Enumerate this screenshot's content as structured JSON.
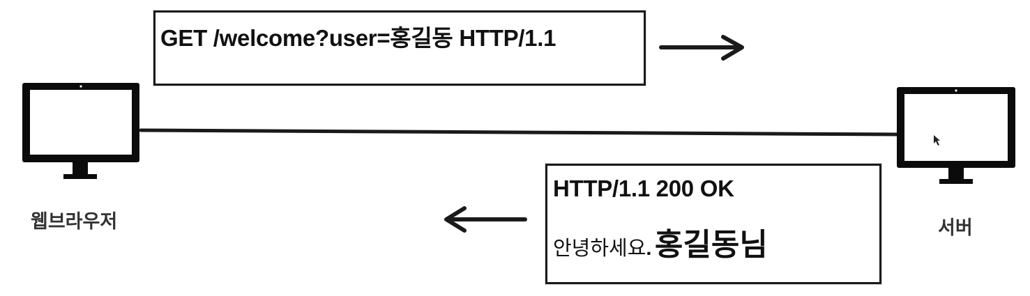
{
  "request": {
    "line": "GET /welcome?user=홍길동 HTTP/1.1"
  },
  "response": {
    "status_line": "HTTP/1.1 200 OK",
    "greeting": "안녕하세요",
    "punctuation": ".",
    "name": "홍길동님"
  },
  "client": {
    "label": "웹브라우저",
    "icon": "monitor-icon"
  },
  "server": {
    "label": "서버",
    "icon": "monitor-icon"
  },
  "colors": {
    "ink": "#111111",
    "label": "#333333",
    "background": "#ffffff"
  }
}
